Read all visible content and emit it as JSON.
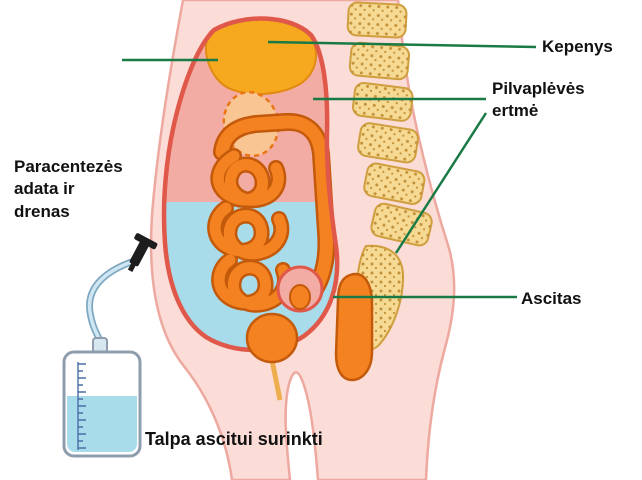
{
  "diagram": {
    "labels": {
      "kepenys": "Kepenys",
      "pilvapleves_ertme": "Pilvaplėvės\nertmė",
      "paracentezes_adata": "Paracentezės\nadata ir\ndrenas",
      "ascitas": "Ascitas",
      "talpa": "Talpa ascitui surinkti"
    },
    "colors": {
      "background": "#ffffff",
      "label_text": "#111111",
      "pointer_line": "#1a7a45",
      "skin": "#fbdcd7",
      "skin_outline": "#eda89f",
      "peritoneal_cavity": "#f3aca3",
      "cavity_outline": "#e0584a",
      "ascites_fluid": "#a9dcea",
      "liver": "#f6a81f",
      "intestine": "#f58220",
      "intestine_outline": "#c3590a",
      "spine_bone": "#f6d992",
      "spine_outline": "#cf9e3e",
      "drain_tube": "#9fc3d8",
      "collection_bag_outline": "#8e9dad",
      "collection_bag_fluid": "#a9dcea",
      "needle_connector": "#1d1d1d"
    }
  }
}
